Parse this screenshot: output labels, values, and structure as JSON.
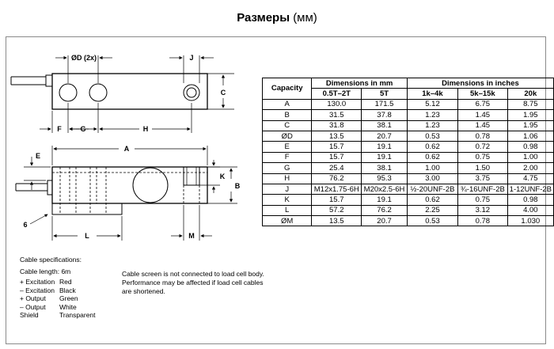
{
  "title": {
    "main": "Размеры",
    "unit": "(мм)"
  },
  "drawing_labels": {
    "od": "ØD (2x)",
    "j": "J",
    "c": "C",
    "f": "F",
    "g": "G",
    "h": "H",
    "a": "A",
    "e": "E",
    "k": "K",
    "b": "B",
    "six": "6",
    "l": "L",
    "m": "M"
  },
  "table": {
    "header_capacity": "Capacity",
    "header_mm": "Dimensions in mm",
    "header_in": "Dimensions in inches",
    "sub_headers": [
      "0.5T–2T",
      "5T",
      "1k–4k",
      "5k–15k",
      "20k"
    ],
    "rows": [
      [
        "A",
        "130.0",
        "171.5",
        "5.12",
        "6.75",
        "8.75"
      ],
      [
        "B",
        "31.5",
        "37.8",
        "1.23",
        "1.45",
        "1.95"
      ],
      [
        "C",
        "31.8",
        "38.1",
        "1.23",
        "1.45",
        "1.95"
      ],
      [
        "ØD",
        "13.5",
        "20.7",
        "0.53",
        "0.78",
        "1.06"
      ],
      [
        "E",
        "15.7",
        "19.1",
        "0.62",
        "0.72",
        "0.98"
      ],
      [
        "F",
        "15.7",
        "19.1",
        "0.62",
        "0.75",
        "1.00"
      ],
      [
        "G",
        "25.4",
        "38.1",
        "1.00",
        "1.50",
        "2.00"
      ],
      [
        "H",
        "76.2",
        "95.3",
        "3.00",
        "3.75",
        "4.75"
      ],
      [
        "J",
        "M12x1.75-6H",
        "M20x2.5-6H",
        "½-20UNF-2B",
        "¾-16UNF-2B",
        "1-12UNF-2B"
      ],
      [
        "K",
        "15.7",
        "19.1",
        "0.62",
        "0.75",
        "0.98"
      ],
      [
        "L",
        "57.2",
        "76.2",
        "2.25",
        "3.12",
        "4.00"
      ],
      [
        "ØM",
        "13.5",
        "20.7",
        "0.53",
        "0.78",
        "1.030"
      ]
    ]
  },
  "cable": {
    "title": "Cable specifications:",
    "length": "Cable length: 6m",
    "wires": [
      {
        "k": "+ Excitation",
        "v": "Red"
      },
      {
        "k": "– Excitation",
        "v": "Black"
      },
      {
        "k": "+ Output",
        "v": "Green"
      },
      {
        "k": "– Output",
        "v": "White"
      },
      {
        "k": "Shield",
        "v": "Transparent"
      }
    ]
  },
  "note": "Cable screen is not connected to load cell body. Performance may be affected if load cell cables are shortened."
}
